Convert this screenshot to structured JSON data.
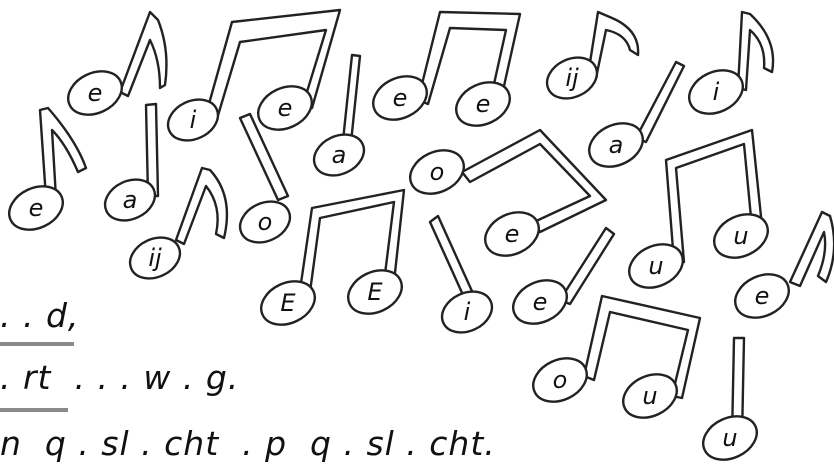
{
  "text_lines": [
    ". . d,",
    ". rt  . . . w . g.",
    "n  q . sl . cht  . p  q . sl . cht."
  ],
  "colors": {
    "ink": "#222222",
    "underline": "#8a8a8a",
    "background": "#ffffff"
  },
  "notes": [
    {
      "letter": "e"
    },
    {
      "letter": "i"
    },
    {
      "letter": "e"
    },
    {
      "letter": "e"
    },
    {
      "letter": "e"
    },
    {
      "letter": "ij"
    },
    {
      "letter": "i"
    },
    {
      "letter": "a"
    },
    {
      "letter": "a"
    },
    {
      "letter": "e"
    },
    {
      "letter": "a"
    },
    {
      "letter": "o"
    },
    {
      "letter": "ij"
    },
    {
      "letter": "o"
    },
    {
      "letter": "e"
    },
    {
      "letter": "E"
    },
    {
      "letter": "E"
    },
    {
      "letter": "i"
    },
    {
      "letter": "e"
    },
    {
      "letter": "u"
    },
    {
      "letter": "u"
    },
    {
      "letter": "e"
    },
    {
      "letter": "o"
    },
    {
      "letter": "u"
    },
    {
      "letter": "u"
    }
  ]
}
